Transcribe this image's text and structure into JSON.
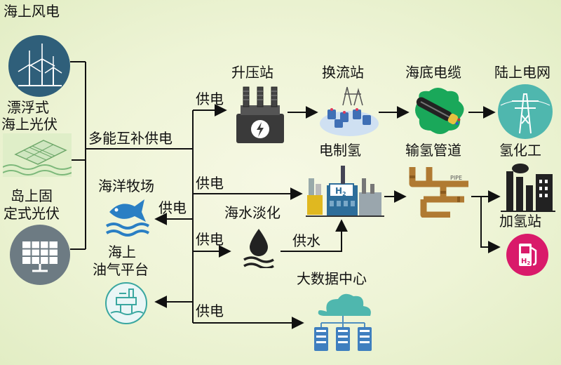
{
  "sources": {
    "offshore_wind": "海上风电",
    "floating_pv_line1": "漂浮式",
    "floating_pv_line2": "海上光伏",
    "island_pv_line1": "岛上固",
    "island_pv_line2": "定式光伏"
  },
  "hub_label": "多能互补供电",
  "supply_power": "供电",
  "supply_water": "供水",
  "chain": {
    "booster_station": "升压站",
    "converter_station": "换流站",
    "subsea_cable": "海底电缆",
    "onshore_grid": "陆上电网"
  },
  "hydrogen": {
    "electrolysis": "电制氢",
    "pipeline": "输氢管道",
    "pipe_tag": "PIPE",
    "chemical": "氢化工",
    "refueling": "加氢站",
    "h2_tag": "H",
    "h2_sub": "2"
  },
  "consumers": {
    "ocean_ranch": "海洋牧场",
    "oil_platform_line1": "海上",
    "oil_platform_line2": "油气平台",
    "desalination": "海水淡化",
    "data_center": "大数据中心"
  },
  "colors": {
    "background": "#eef4d6",
    "arrow": "#111111",
    "wind_circle": "#2f5f7a",
    "fish_blue": "#2a7fc4",
    "grid_teal": "#4fb7ae",
    "h2_magenta": "#d91a6a",
    "pipe_brown": "#b07a32"
  }
}
